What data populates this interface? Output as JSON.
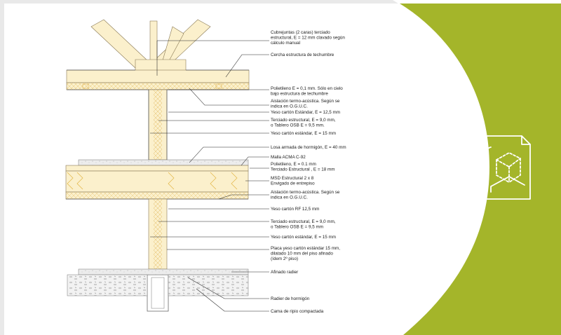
{
  "annotations": [
    {
      "lines": [
        "Cubrejuntas (2 caras) terciado",
        "estructural, E = 12 mm clavado según",
        "cálculo manual"
      ]
    },
    {
      "lines": [
        "Cercha estructura de techumbre"
      ]
    },
    {
      "lines": [
        "Polietileno E = 0,1 mm. Sólo en cielo",
        "bajo estructura de techumbre"
      ]
    },
    {
      "lines": [
        "Aislación termo-acústica. Según se",
        "indica en O.G.U.C."
      ]
    },
    {
      "lines": [
        "Yeso cartón Estándar, E = 12,5 mm"
      ]
    },
    {
      "lines": [
        "Terciado estructural, E = 9,0 mm,",
        "o Tablero OSB E = 9,5 mm."
      ]
    },
    {
      "lines": [
        "Yeso cartón estándar, E = 15 mm"
      ]
    },
    {
      "lines": [
        "Losa armada de hormigón, E = 40 mm"
      ]
    },
    {
      "lines": [
        "Malla ACMA C-92"
      ]
    },
    {
      "lines": [
        "Polietileno, E = 0.1 mm",
        "Terciado Estructural , E = 18 mm"
      ]
    },
    {
      "lines": [
        "MSD Estructural 2 x 8",
        "Envigado de entrepiso"
      ]
    },
    {
      "lines": [
        "Aislación termo-acústica. Según se",
        "indica en O.G.U.C."
      ]
    },
    {
      "lines": [
        "Yeso cartón RF 12,5 mm"
      ]
    },
    {
      "lines": [
        "Terciado estructural, E = 9,0 mm,",
        "o Tablero OSB E = 9,5 mm"
      ]
    },
    {
      "lines": [
        "Yeso cartón estándar, E = 15 mm"
      ]
    },
    {
      "lines": [
        "Placa yeso cartón estándar 15 mm,",
        "dilatado 10 mm del piso afinado",
        "(ídem 2º piso)"
      ]
    },
    {
      "lines": [
        "Afinado radier"
      ]
    },
    {
      "lines": [
        "Radier de hormigón"
      ]
    },
    {
      "lines": [
        "Cama de ripio compactada"
      ]
    }
  ],
  "colors": {
    "accent_green": "#a4b52a",
    "wood_fill": "#fbf0cc",
    "insulation": "#e2b441",
    "background": "#ffffff",
    "frame": "#e9e9e9"
  },
  "icon": {
    "name": "document-3d-box-icon"
  }
}
